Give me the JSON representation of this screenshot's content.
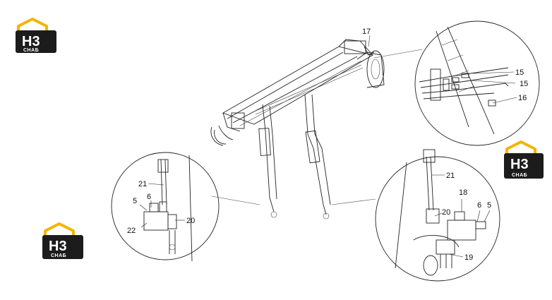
{
  "logo": {
    "top": "H3",
    "bottom": "СНАБ",
    "accent": "#f5b400",
    "dark": "#1c1c1c"
  },
  "callouts": {
    "c17": "17",
    "c15a": "15",
    "c15b": "15",
    "c16": "16",
    "c21L": "21",
    "c6L": "6",
    "c5L": "5",
    "c22L": "22",
    "c20L": "20",
    "c21R": "21",
    "c18R": "18",
    "c6R": "6",
    "c5R": "5",
    "c20R": "20",
    "c19R": "19"
  }
}
